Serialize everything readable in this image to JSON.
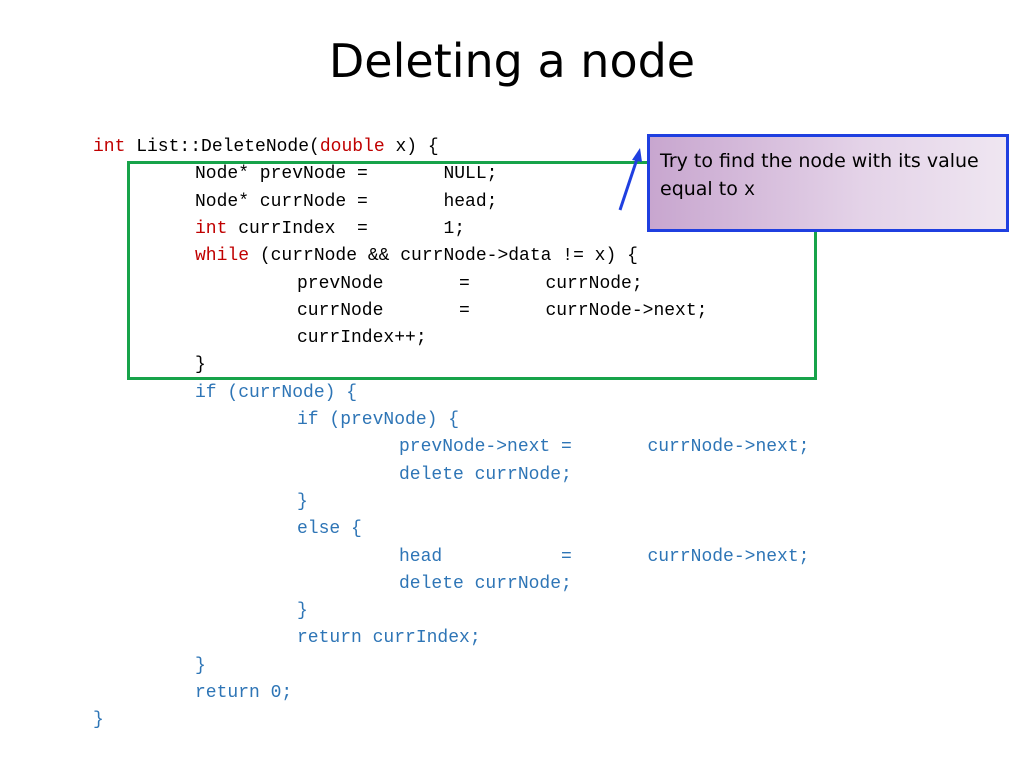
{
  "title": "Deleting a node",
  "callout": {
    "text": "Try to find the node with its value equal to ",
    "var": "x"
  },
  "code_lines": [
    {
      "indent": 0,
      "color": "black",
      "segments": [
        {
          "t": "int",
          "c": "kw"
        },
        {
          "t": " List::DeleteNode(",
          "c": "plain"
        },
        {
          "t": "double",
          "c": "kw"
        },
        {
          "t": " x) {",
          "c": "plain"
        }
      ]
    },
    {
      "indent": 1,
      "color": "black",
      "segments": [
        {
          "t": "Node* prevNode =       NULL;",
          "c": "plain"
        }
      ]
    },
    {
      "indent": 1,
      "color": "black",
      "segments": [
        {
          "t": "Node* currNode =       head;",
          "c": "plain"
        }
      ]
    },
    {
      "indent": 1,
      "color": "black",
      "segments": [
        {
          "t": "int",
          "c": "kw"
        },
        {
          "t": " currIndex  =       1;",
          "c": "plain"
        }
      ]
    },
    {
      "indent": 1,
      "color": "black",
      "segments": [
        {
          "t": "while",
          "c": "kw"
        },
        {
          "t": " (currNode && currNode->data != x) {",
          "c": "plain"
        }
      ]
    },
    {
      "indent": 2,
      "color": "black",
      "segments": [
        {
          "t": "prevNode       =       currNode;",
          "c": "plain"
        }
      ]
    },
    {
      "indent": 2,
      "color": "black",
      "segments": [
        {
          "t": "currNode       =       currNode->next;",
          "c": "plain"
        }
      ]
    },
    {
      "indent": 2,
      "color": "black",
      "segments": [
        {
          "t": "currIndex++;",
          "c": "plain"
        }
      ]
    },
    {
      "indent": 1,
      "color": "black",
      "segments": [
        {
          "t": "}",
          "c": "plain"
        }
      ]
    },
    {
      "indent": 1,
      "color": "blue",
      "segments": [
        {
          "t": "if (currNode) {",
          "c": "blue"
        }
      ]
    },
    {
      "indent": 2,
      "color": "blue",
      "segments": [
        {
          "t": "if (prevNode) {",
          "c": "blue"
        }
      ]
    },
    {
      "indent": 3,
      "color": "blue",
      "segments": [
        {
          "t": "prevNode->next =       currNode->next;",
          "c": "blue"
        }
      ]
    },
    {
      "indent": 3,
      "color": "blue",
      "segments": [
        {
          "t": "delete currNode;",
          "c": "blue"
        }
      ]
    },
    {
      "indent": 2,
      "color": "blue",
      "segments": [
        {
          "t": "}",
          "c": "blue"
        }
      ]
    },
    {
      "indent": 2,
      "color": "blue",
      "segments": [
        {
          "t": "else {",
          "c": "blue"
        }
      ]
    },
    {
      "indent": 3,
      "color": "blue",
      "segments": [
        {
          "t": "head           =       currNode->next;",
          "c": "blue"
        }
      ]
    },
    {
      "indent": 3,
      "color": "blue",
      "segments": [
        {
          "t": "delete currNode;",
          "c": "blue"
        }
      ]
    },
    {
      "indent": 2,
      "color": "blue",
      "segments": [
        {
          "t": "}",
          "c": "blue"
        }
      ]
    },
    {
      "indent": 2,
      "color": "blue",
      "segments": [
        {
          "t": "return currIndex;",
          "c": "blue"
        }
      ]
    },
    {
      "indent": 1,
      "color": "blue",
      "segments": [
        {
          "t": "}",
          "c": "blue"
        }
      ]
    },
    {
      "indent": 1,
      "color": "blue",
      "segments": [
        {
          "t": "return 0;",
          "c": "blue"
        }
      ]
    },
    {
      "indent": 0,
      "color": "blue",
      "segments": [
        {
          "t": "}",
          "c": "blue"
        }
      ]
    }
  ],
  "colors": {
    "keyword": "#c00000",
    "code_blue": "#2e75b6",
    "box_green": "#17a34a",
    "callout_border": "#1f3fe0",
    "arrow": "#1f3fe0"
  }
}
